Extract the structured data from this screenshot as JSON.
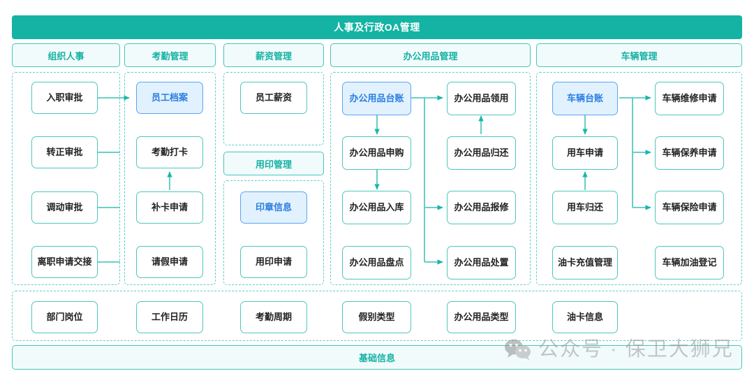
{
  "header": {
    "title": "人事及行政OA管理"
  },
  "columns": [
    {
      "key": "org",
      "header": "组织人事",
      "nodes": [
        "入职审批",
        "转正审批",
        "调动审批",
        "离职申请交接"
      ]
    },
    {
      "key": "attendance",
      "header": "考勤管理",
      "nodes": [
        "员工档案",
        "考勤打卡",
        "补卡申请",
        "请假申请"
      ]
    },
    {
      "key": "salary",
      "header": "薪资管理",
      "nodes": [
        "员工薪资"
      ],
      "sub_header": "用印管理",
      "sub_nodes": [
        "印章信息",
        "用印申请"
      ]
    },
    {
      "key": "office-supplies",
      "header": "办公用品管理",
      "left_nodes": [
        "办公用品台账",
        "办公用品申购",
        "办公用品入库",
        "办公用品盘点"
      ],
      "right_nodes": [
        "办公用品领用",
        "办公用品归还",
        "办公用品报修",
        "办公用品处置"
      ]
    },
    {
      "key": "vehicle",
      "header": "车辆管理",
      "left_nodes": [
        "车辆台账",
        "用车申请",
        "用车归还",
        "油卡充值管理"
      ],
      "right_nodes": [
        "车辆维修申请",
        "车辆保养申请",
        "车辆保险申请",
        "车辆加油登记"
      ]
    }
  ],
  "base": {
    "nodes": [
      "部门岗位",
      "工作日历",
      "考勤周期",
      "假别类型",
      "办公用品类型",
      "油卡信息"
    ],
    "footer": "基础信息"
  },
  "watermark": {
    "text": "公众号 · 保卫大狮兄",
    "icon": "wechat-icon"
  },
  "colors": {
    "brand_teal": "#14b3a3",
    "node_border": "#4ec7bd",
    "highlight_blue": "#2b7fe0",
    "highlight_fill": "#e2f1fe",
    "dashed": "#5ecfc8"
  }
}
